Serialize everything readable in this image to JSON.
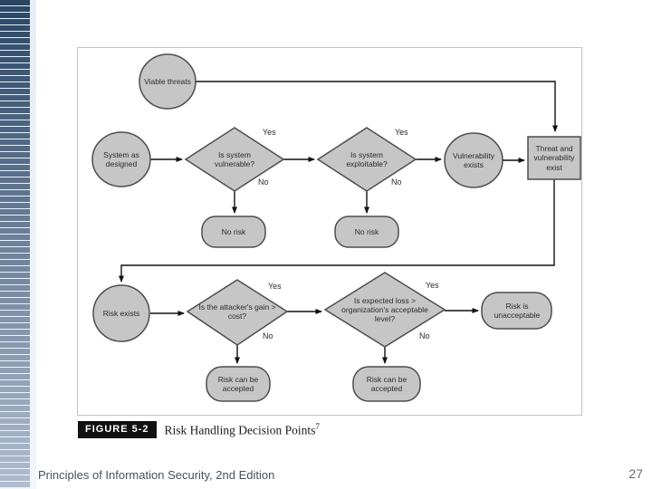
{
  "figure": {
    "label": "FIGURE 5-2",
    "caption": "Risk Handling Decision Points",
    "superscript": "7"
  },
  "footer": {
    "title": "Principles of Information Security, 2nd Edition",
    "page_number": "27"
  },
  "sidebar": {
    "bar_count": 77,
    "bar_color_top": "#2a4665",
    "bar_color_bottom": "#aebccf",
    "separator_color": "#e8eef5"
  },
  "theme": {
    "shape_fill": "#c6c6c6",
    "shape_stroke": "#4d4d4d",
    "connector_color": "#111111",
    "frame_color": "#c4c4c4"
  },
  "flowchart": {
    "edge_labels": {
      "yes": "Yes",
      "no": "No"
    },
    "nodes": {
      "viable_threats": {
        "type": "terminator-circle",
        "label": "Viable threats"
      },
      "system_as_designed": {
        "type": "terminator-circle",
        "label": "System as designed"
      },
      "is_system_vulnerable": {
        "type": "decision-diamond",
        "label": "Is system vulnerable?"
      },
      "is_system_exploitable": {
        "type": "decision-diamond",
        "label": "Is system exploitable?"
      },
      "vulnerability_exists": {
        "type": "terminator-circle",
        "label": "Vulnerability exists"
      },
      "threat_vulnerability_exist": {
        "type": "process-rect",
        "label": "Threat and vulnerability exist"
      },
      "no_risk_1": {
        "type": "result-stadium",
        "label": "No risk"
      },
      "no_risk_2": {
        "type": "result-stadium",
        "label": "No risk"
      },
      "risk_exists": {
        "type": "terminator-circle",
        "label": "Risk exists"
      },
      "attackers_gain": {
        "type": "decision-diamond",
        "label": "Is the attacker's gain > cost?"
      },
      "expected_loss": {
        "type": "decision-diamond",
        "label": "Is expected loss > organization's acceptable level?"
      },
      "risk_unacceptable": {
        "type": "result-stadium",
        "label": "Risk is unacceptable"
      },
      "risk_accepted_1": {
        "type": "result-stadium",
        "label": "Risk can be accepted"
      },
      "risk_accepted_2": {
        "type": "result-stadium",
        "label": "Risk can be accepted"
      }
    }
  }
}
